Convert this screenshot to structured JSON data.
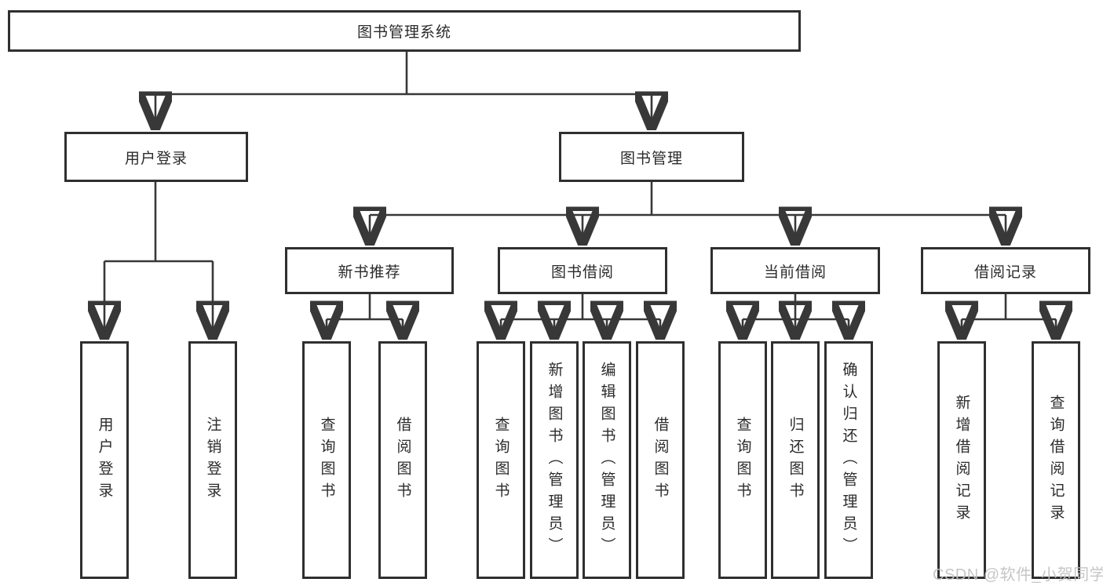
{
  "diagram": {
    "title_node": "图书管理系统",
    "level2": {
      "user_login": "用户登录",
      "book_mgmt": "图书管理"
    },
    "level3": {
      "new_books": "新书推荐",
      "book_borrow": "图书借阅",
      "current_borrow": "当前借阅",
      "borrow_records": "借阅记录"
    },
    "leaves": [
      {
        "label": "用户登录"
      },
      {
        "label": "注销登录"
      },
      {
        "label": "查询图书"
      },
      {
        "label": "借阅图书"
      },
      {
        "label": "查询图书"
      },
      {
        "label": "新增图书（管理员）"
      },
      {
        "label": "编辑图书（管理员）"
      },
      {
        "label": "借阅图书"
      },
      {
        "label": "查询图书"
      },
      {
        "label": "归还图书"
      },
      {
        "label": "确认归还（管理员）"
      },
      {
        "label": "新增借阅记录"
      },
      {
        "label": "查询借阅记录"
      }
    ],
    "colors": {
      "line": "#383838",
      "box_border": "#2f2f2f",
      "box_fill": "#ffffff",
      "text": "#2b2b2b",
      "watermark": "#c2c2c2"
    }
  },
  "watermark": {
    "text": "CSDN @软件_小贺同学"
  }
}
